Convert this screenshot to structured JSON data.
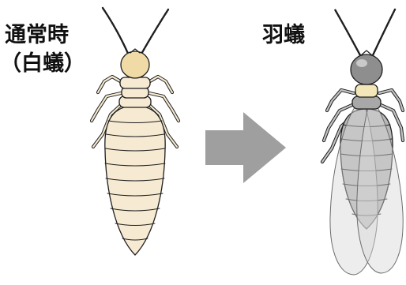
{
  "labels": {
    "normal_line1": "通常時",
    "normal_line2": "（白蟻）",
    "alate": "羽蟻"
  },
  "colors": {
    "worker_body": "#f6ead2",
    "worker_head": "#f0dba6",
    "alate_body": "#b9b9b9",
    "alate_head": "#8e8e8e",
    "alate_neck": "#f3e6b8",
    "outline": "#1e1e1e",
    "arrow": "#9f9f9f"
  },
  "icons": {
    "worker": "worker-termite-illustration",
    "arrow": "right-arrow-icon",
    "alate": "winged-termite-illustration"
  }
}
